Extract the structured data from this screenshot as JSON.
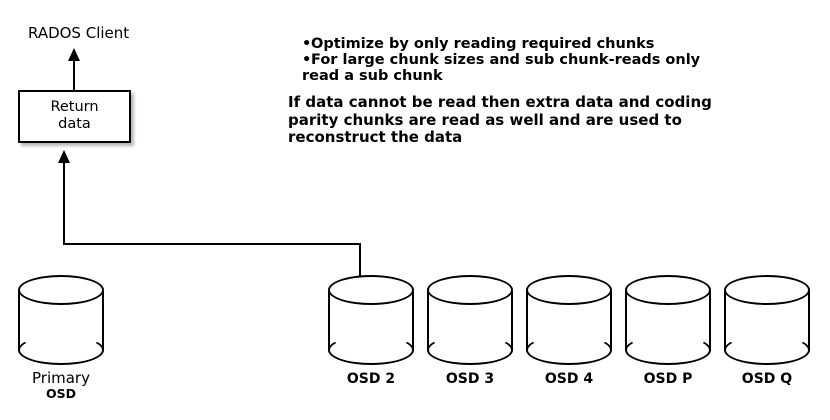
{
  "diagram": {
    "title_label": "RADOS Client",
    "return_box": {
      "line1": "Return",
      "line2": "data"
    },
    "notes": {
      "bullets": [
        "Optimize by only reading required chunks",
        "For large chunk sizes and sub chunk-reads only",
        "read a sub chunk"
      ],
      "paragraph": [
        "If data cannot be read then extra data and coding",
        "parity chunks are read as well and are used to",
        "reconstruct the data"
      ]
    },
    "primary_node": {
      "label": "Primary",
      "sublabel": "OSD"
    },
    "osd_nodes": [
      {
        "label": "OSD 2"
      },
      {
        "label": "OSD 3"
      },
      {
        "label": "OSD 4"
      },
      {
        "label": "OSD P"
      },
      {
        "label": "OSD Q"
      }
    ],
    "colors": {
      "stroke": "#000000",
      "background": "#ffffff"
    }
  }
}
